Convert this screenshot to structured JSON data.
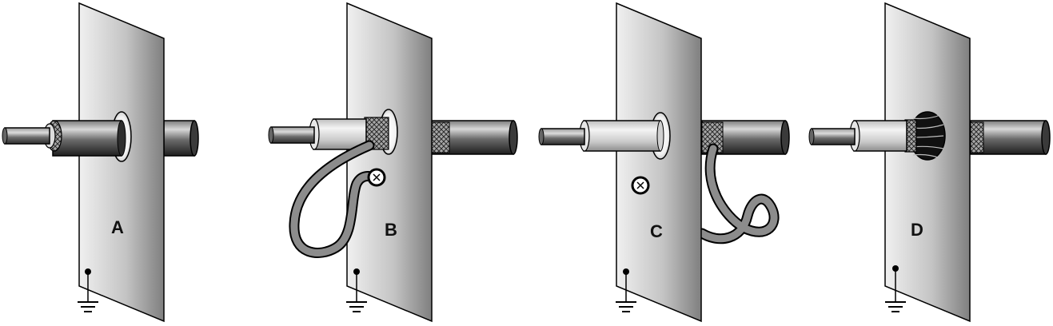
{
  "panels": [
    {
      "id": "A",
      "label": "A"
    },
    {
      "id": "B",
      "label": "B"
    },
    {
      "id": "C",
      "label": "C"
    },
    {
      "id": "D",
      "label": "D"
    }
  ],
  "icons": {
    "ground": "ground-symbol-icon",
    "screw": "screw-terminal-icon"
  },
  "colors": {
    "plate_light": "#ececec",
    "plate_dark": "#8a8a8a",
    "cable_dark": "#3a3a3a",
    "cable_light": "#cfcfcf",
    "shield_braid": "#9a9a9a",
    "pigtail": "#8c8c8c"
  }
}
